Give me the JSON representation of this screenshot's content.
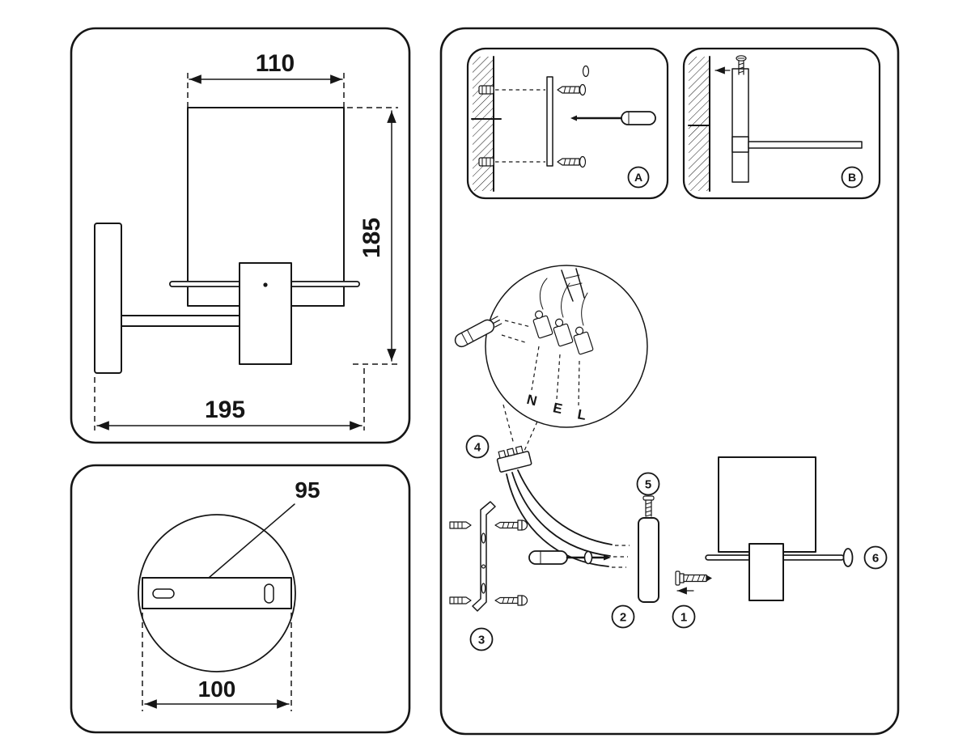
{
  "ink_color": "#161616",
  "lamp_view": {
    "top_width": "110",
    "height": "185",
    "bottom_width": "195"
  },
  "canopy_view": {
    "bar_width": "95",
    "base_width": "100"
  },
  "installation": {
    "inset_a_label": "A",
    "inset_b_label": "B",
    "wire_labels": {
      "n": "N",
      "e": "E",
      "l": "L"
    },
    "part_labels": {
      "p1": "1",
      "p2": "2",
      "p3": "3",
      "p4": "4",
      "p5": "5",
      "p6": "6"
    }
  }
}
